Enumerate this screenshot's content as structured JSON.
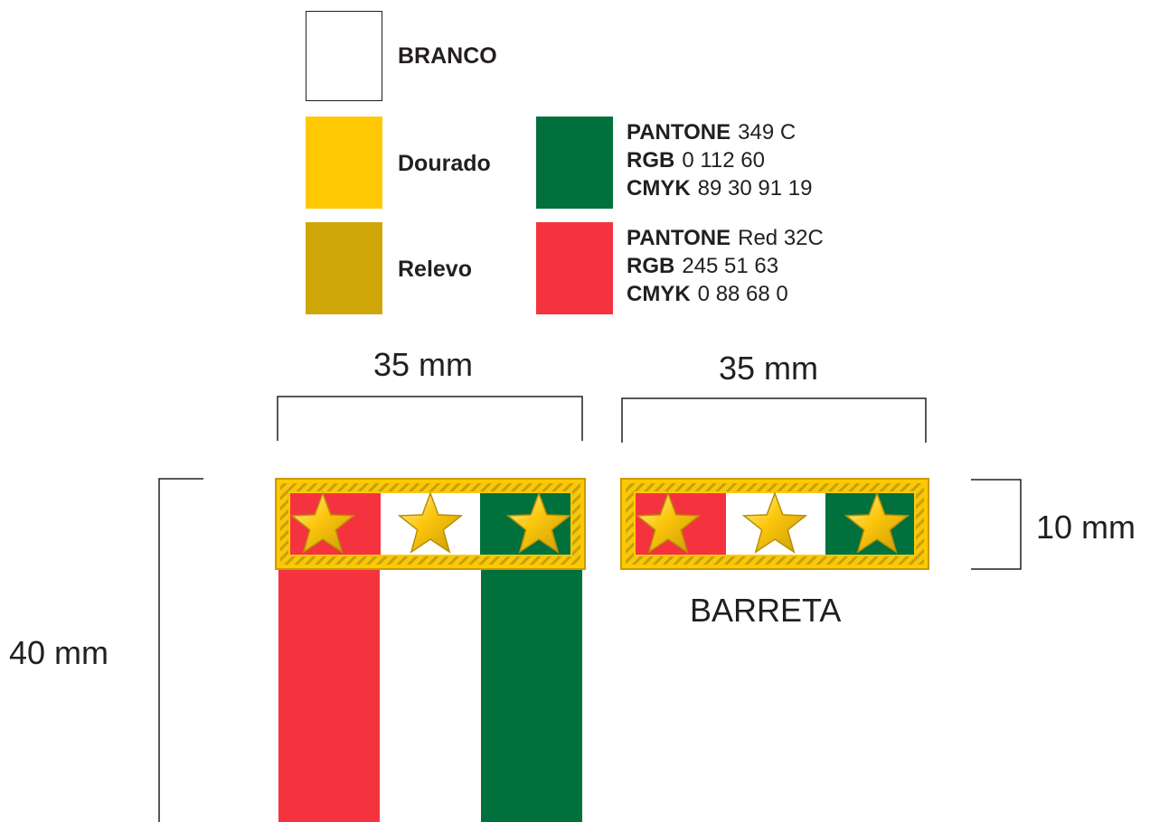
{
  "legend": {
    "branco": {
      "label": "BRANCO",
      "color": "#ffffff"
    },
    "dourado": {
      "label": "Dourado",
      "color": "#fec903"
    },
    "relevo": {
      "label": "Relevo",
      "color": "#cfa608"
    }
  },
  "colors": {
    "green": {
      "hex": "#00703c",
      "pantone_label": "PANTONE",
      "pantone_value": "349 C",
      "rgb_label": "RGB",
      "rgb_value": "0 112 60",
      "cmyk_label": "CMYK",
      "cmyk_value": "89 30 91 19"
    },
    "red": {
      "hex": "#f5333f",
      "pantone_label": "PANTONE",
      "pantone_value": "Red 32C",
      "rgb_label": "RGB",
      "rgb_value": "245 51 63",
      "cmyk_label": "CMYK",
      "cmyk_value": "0 88 68 0"
    }
  },
  "dimensions": {
    "medal_width": "35 mm",
    "barreta_width": "35 mm",
    "barreta_height": "10 mm",
    "medal_height": "40 mm"
  },
  "barreta_caption": "BARRETA"
}
